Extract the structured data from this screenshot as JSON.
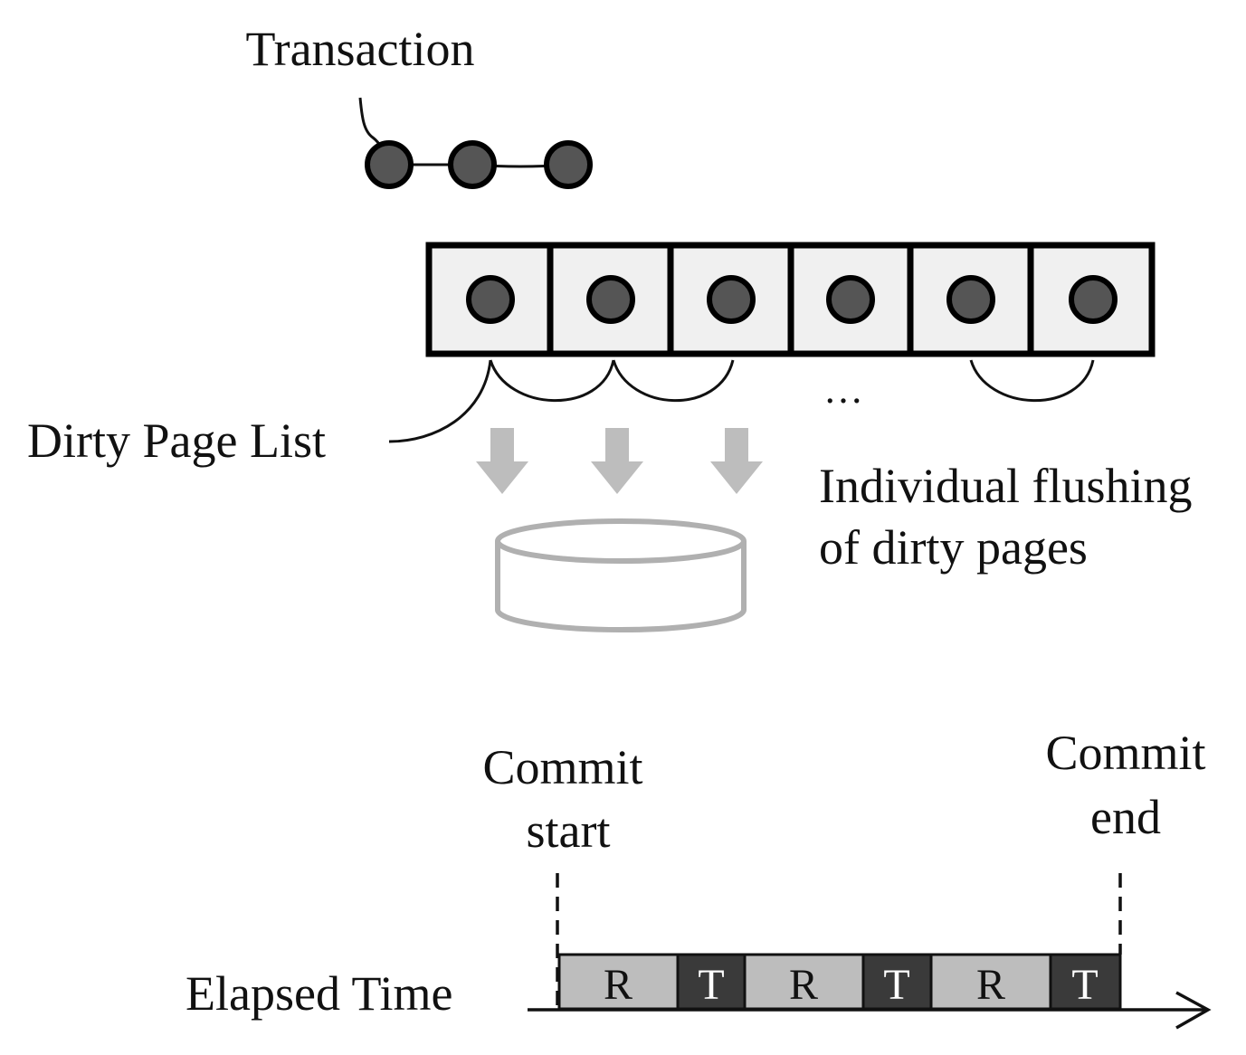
{
  "labels": {
    "transaction": "Transaction",
    "dirty_page_list": "Dirty Page List",
    "ellipsis": "…",
    "flushing_line1": "Individual flushing",
    "flushing_line2": "of dirty pages",
    "commit_start_line1": "Commit",
    "commit_start_line2": "start",
    "commit_end_line1": "Commit",
    "commit_end_line2": "end",
    "elapsed_time": "Elapsed Time"
  },
  "timeline_segments": [
    {
      "label": "R",
      "kind": "read"
    },
    {
      "label": "T",
      "kind": "transfer"
    },
    {
      "label": "R",
      "kind": "read"
    },
    {
      "label": "T",
      "kind": "transfer"
    },
    {
      "label": "R",
      "kind": "read"
    },
    {
      "label": "T",
      "kind": "transfer"
    }
  ],
  "colors": {
    "node_fill": "#555555",
    "page_fill": "#f0f0f0",
    "arrow": "#bdbdbd",
    "disk": "#b0b0b0",
    "read_segment": "#bdbdbd",
    "transfer_segment": "#3a3a3a"
  }
}
